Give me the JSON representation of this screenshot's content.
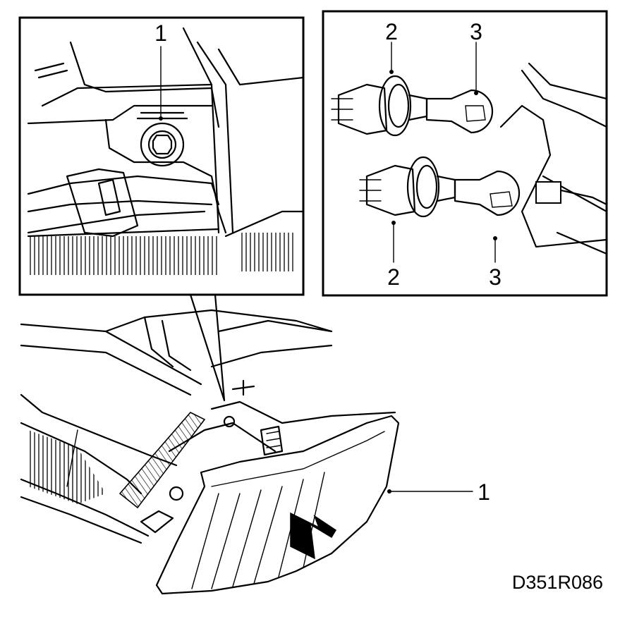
{
  "callouts": {
    "inset_left_1": "1",
    "inset_right_top_2": "2",
    "inset_right_top_3": "3",
    "inset_right_bottom_2": "2",
    "inset_right_bottom_3": "3",
    "main_1": "1"
  },
  "diagram_code": "D351R086",
  "colors": {
    "ink": "#000000",
    "paper": "#ffffff"
  }
}
